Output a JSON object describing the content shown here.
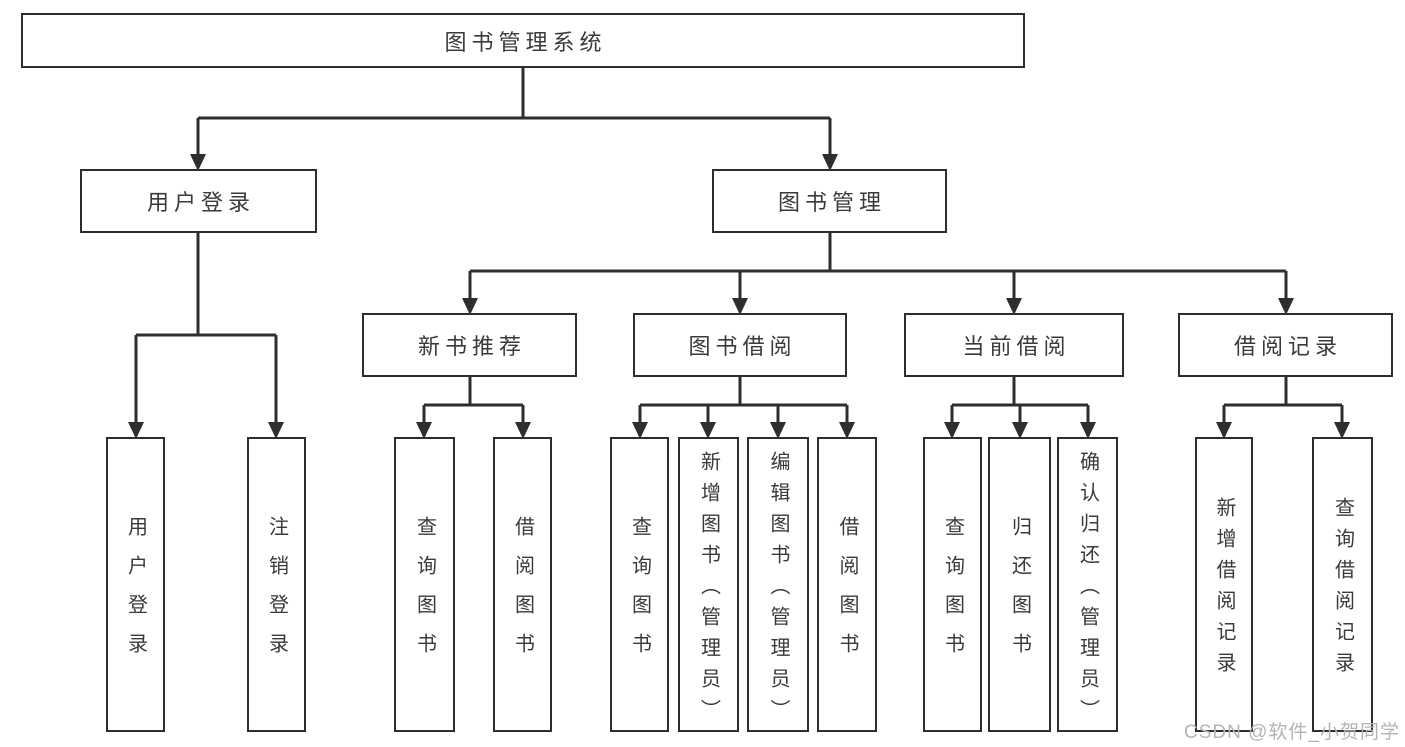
{
  "tree": {
    "label": "图书管理系统",
    "children": [
      {
        "label": "用户登录",
        "children": [
          {
            "label": "用户登录"
          },
          {
            "label": "注销登录"
          }
        ]
      },
      {
        "label": "图书管理",
        "children": [
          {
            "label": "新书推荐",
            "children": [
              {
                "label": "查询图书"
              },
              {
                "label": "借阅图书"
              }
            ]
          },
          {
            "label": "图书借阅",
            "children": [
              {
                "label": "查询图书"
              },
              {
                "label": "新增图书（管理员）"
              },
              {
                "label": "编辑图书（管理员）"
              },
              {
                "label": "借阅图书"
              }
            ]
          },
          {
            "label": "当前借阅",
            "children": [
              {
                "label": "查询图书"
              },
              {
                "label": "归还图书"
              },
              {
                "label": "确认归还（管理员）"
              }
            ]
          },
          {
            "label": "借阅记录",
            "children": [
              {
                "label": "新增借阅记录"
              },
              {
                "label": "查询借阅记录"
              }
            ]
          }
        ]
      }
    ]
  },
  "watermark": "CSDN @软件_小贺同学",
  "colors": {
    "line": "#2e2e2e",
    "text": "#3a3a3a",
    "watermark": "#b4b4b4",
    "background": "#ffffff"
  }
}
